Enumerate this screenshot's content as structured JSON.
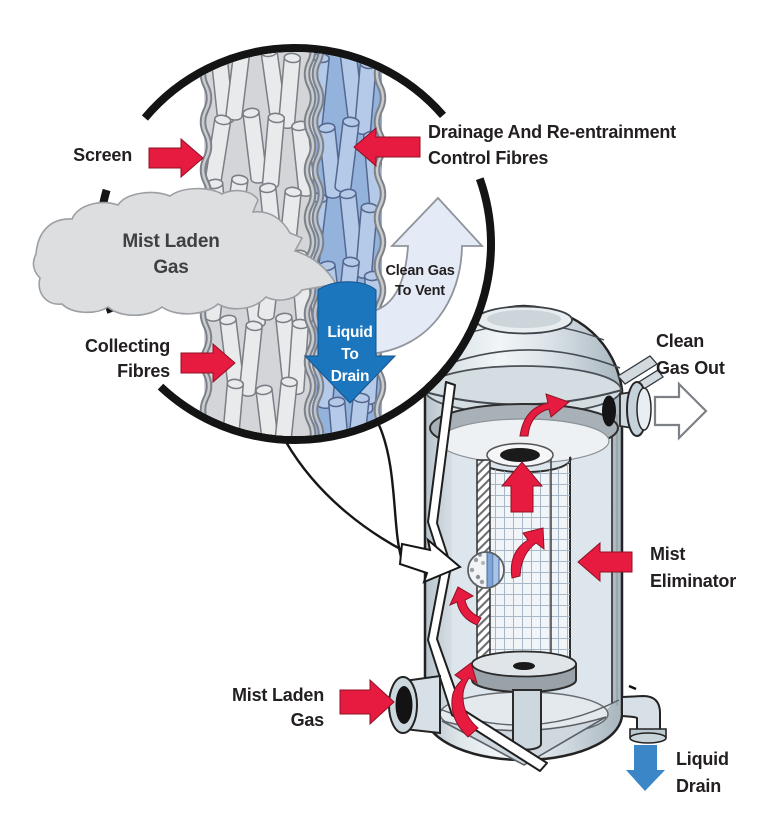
{
  "colors": {
    "arrow_red": "#e61b3f",
    "liquid_blue": "#1c76bd",
    "drain_blue": "#3a86c7",
    "ink": "#231f20",
    "ring": "#141414"
  },
  "magnifier": {
    "screen_label": "Screen",
    "drainage_line1": "Drainage And Re-entrainment",
    "drainage_line2": "Control Fibres",
    "mist_laden_line1": "Mist Laden",
    "mist_laden_line2": "Gas",
    "clean_gas_line1": "Clean Gas",
    "clean_gas_line2": "To Vent",
    "collecting_line1": "Collecting",
    "collecting_line2": "Fibres",
    "liquid_line1": "Liquid",
    "liquid_line2": "To",
    "liquid_line3": "Drain"
  },
  "vessel": {
    "clean_gas_out_line1": "Clean",
    "clean_gas_out_line2": "Gas Out",
    "mist_eliminator_line1": "Mist",
    "mist_eliminator_line2": "Eliminator",
    "mist_laden_line1": "Mist Laden",
    "mist_laden_line2": "Gas",
    "liquid_drain_line1": "Liquid",
    "liquid_drain_line2": "Drain"
  }
}
